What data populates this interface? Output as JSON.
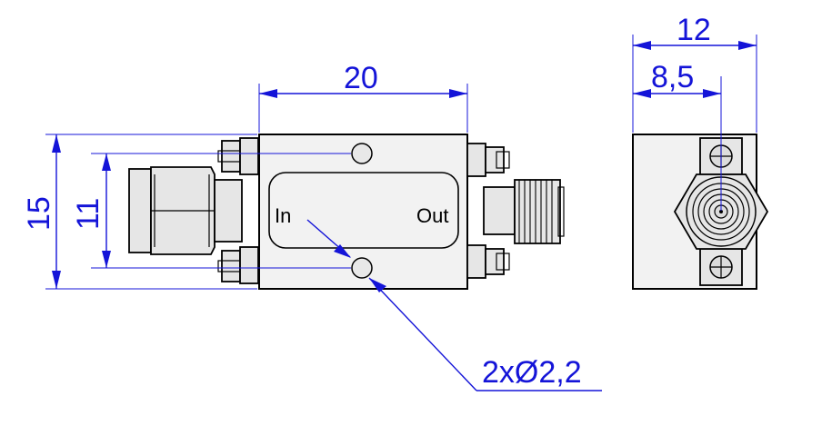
{
  "labels": {
    "in": "In",
    "out": "Out"
  },
  "dimensions": {
    "length": "20",
    "height": "15",
    "hole_spacing": "11",
    "width": "12",
    "connector_offset": "8,5",
    "hole_callout": "2xØ2,2"
  },
  "colors": {
    "dimension": "#1414d8",
    "outline": "#000000",
    "fill": "#f2f2f2"
  }
}
